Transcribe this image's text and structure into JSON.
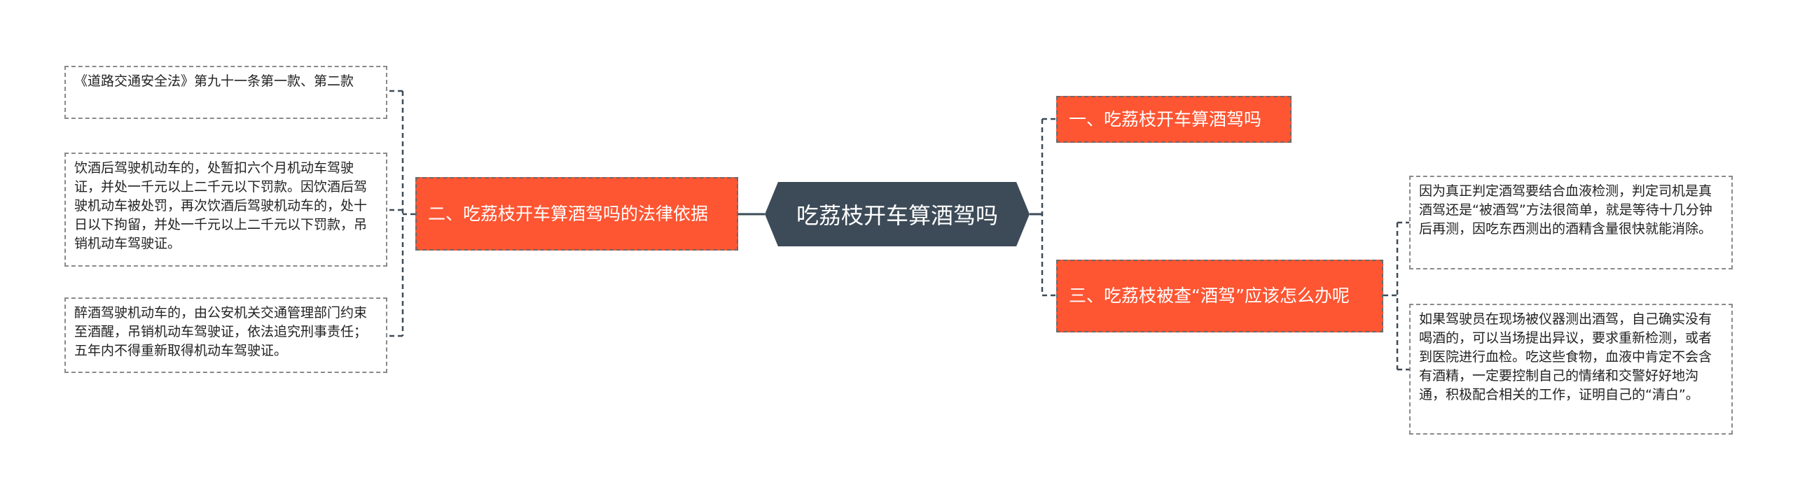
{
  "root": {
    "label": "吃荔枝开车算酒驾吗"
  },
  "branches": [
    {
      "label": "一、吃荔枝开车算酒驾吗"
    },
    {
      "label": "二、吃荔枝开车算酒驾吗的法律依据"
    },
    {
      "label": "三、吃荔枝被查“酒驾”应该怎么办呢"
    }
  ],
  "leaves": [
    {
      "text": "《道路交通安全法》第九十一条第一款、第二款"
    },
    {
      "text": "饮酒后驾驶机动车的，处暂扣六个月机动车驾驶证，并处一千元以上二千元以下罚款。因饮酒后驾驶机动车被处罚，再次饮酒后驾驶机动车的，处十日以下拘留，并处一千元以上二千元以下罚款，吊销机动车驾驶证。"
    },
    {
      "text": "醉酒驾驶机动车的，由公安机关交通管理部门约束至酒醒，吊销机动车驾驶证，依法追究刑事责任；五年内不得重新取得机动车驾驶证。"
    },
    {
      "text": "因为真正判定酒驾要结合血液检测，判定司机是真酒驾还是“被酒驾”方法很简单，就是等待十几分钟后再测，因吃东西测出的酒精含量很快就能消除。"
    },
    {
      "text": "如果驾驶员在现场被仪器测出酒驾，自己确实没有喝酒的，可以当场提出异议，要求重新检测，或者到医院进行血检。吃这些食物，血液中肯定不会含有酒精，一定要控制自己的情绪和交警好好地沟通，积极配合相关的工作，证明自己的“清白”。"
    }
  ],
  "colors": {
    "root": "#3d4b58",
    "branch": "#fe5532",
    "line": "#3d4b58"
  }
}
